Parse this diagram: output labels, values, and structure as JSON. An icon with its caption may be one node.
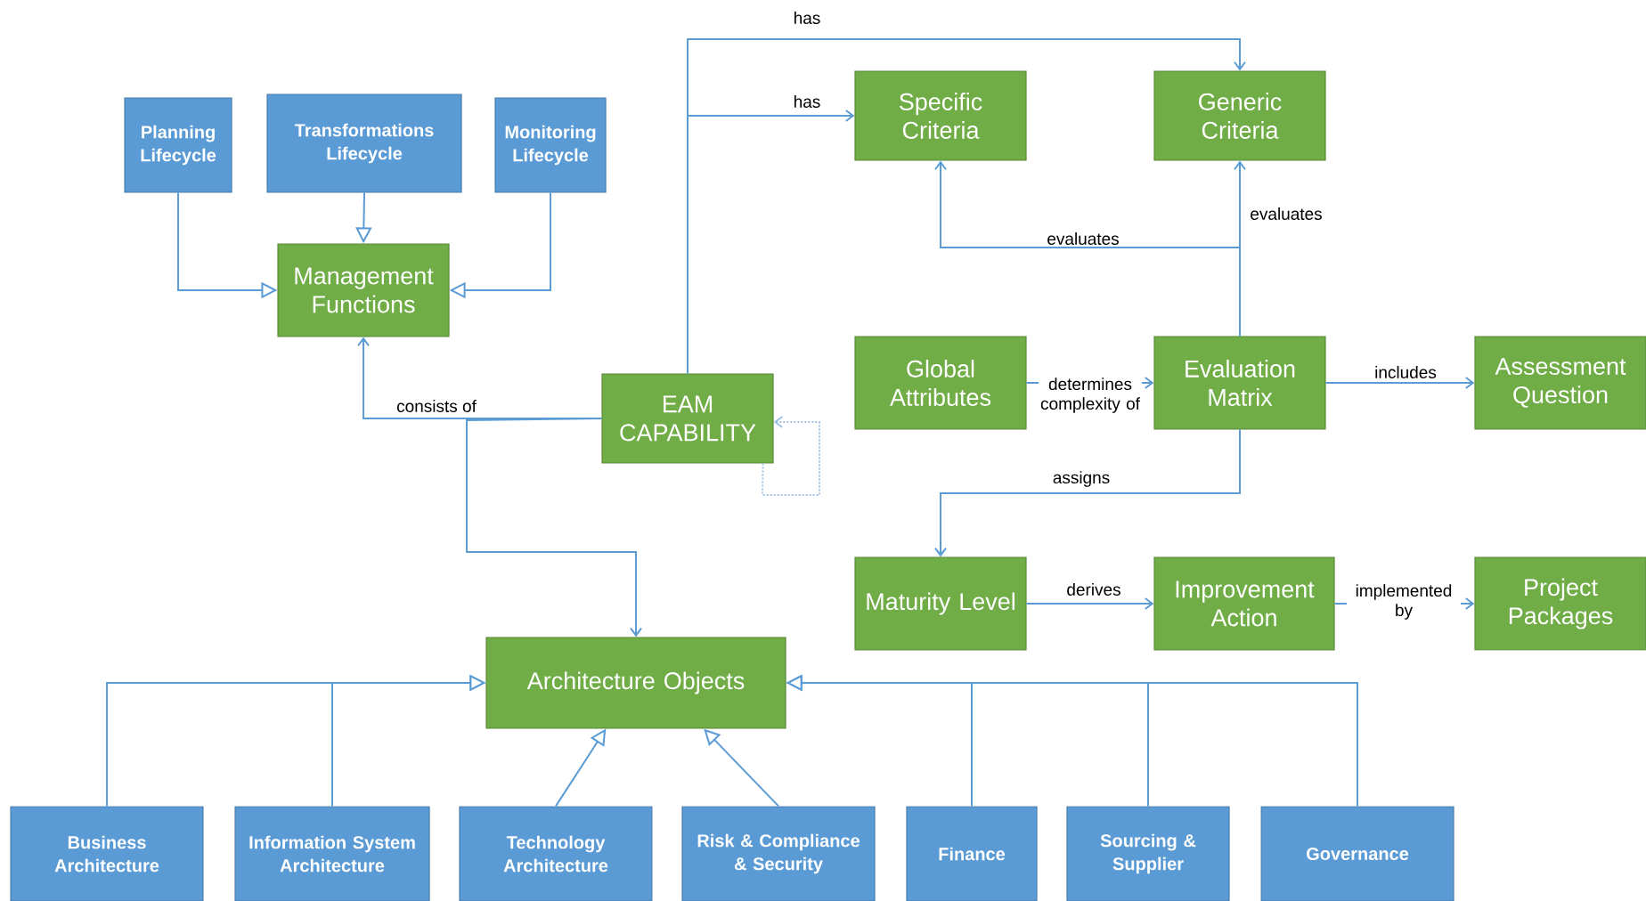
{
  "diagram": {
    "nodes": [
      {
        "text": [
          "Planning Lifecycle"
        ]
      },
      {
        "text": [
          "Transformations Lifecycle"
        ]
      },
      {
        "text": [
          "Monitoring Lifecycle"
        ]
      },
      {
        "text": [
          "Management Functions"
        ]
      },
      {
        "text": [
          "Specific Criteria"
        ]
      },
      {
        "text": [
          "Generic Criteria"
        ]
      },
      {
        "text": [
          "EAM CAPABILITY"
        ]
      },
      {
        "text": [
          "Global Attributes"
        ]
      },
      {
        "text": [
          "Evaluation Matrix"
        ]
      },
      {
        "text": [
          "Assessment Question"
        ]
      },
      {
        "text": [
          "Maturity Level"
        ]
      },
      {
        "text": [
          "Improvement Action"
        ]
      },
      {
        "text": [
          "Project Packages"
        ]
      },
      {
        "text": [
          "Architecture Objects"
        ]
      },
      {
        "text": [
          "Business Architecture"
        ]
      },
      {
        "text": [
          "Information System Architecture"
        ]
      },
      {
        "text": [
          "Technology Architecture"
        ]
      },
      {
        "text": [
          "Risk & Compliance & Security"
        ]
      },
      {
        "text": [
          "Finance"
        ]
      },
      {
        "text": [
          "Sourcing & Supplier"
        ]
      },
      {
        "text": [
          "Governance"
        ]
      }
    ],
    "edges": [
      {
        "from": 0,
        "to": 3,
        "arrow": "to"
      },
      {
        "from": 1,
        "to": 3,
        "arrow": "to"
      },
      {
        "from": 2,
        "to": 3,
        "arrow": "to"
      },
      {
        "from": 6,
        "to": 3,
        "arrow": "to",
        "label": "consists of"
      },
      {
        "from": 6,
        "to": 13,
        "arrow": "to"
      },
      {
        "from": 6,
        "to": 4,
        "arrow": "to",
        "label": "has"
      },
      {
        "from": 6,
        "to": 5,
        "arrow": "to",
        "label": "has"
      },
      {
        "from": 8,
        "to": 4,
        "arrow": "to",
        "label": "evaluates"
      },
      {
        "from": 8,
        "to": 5,
        "arrow": "to",
        "label": "evaluates"
      },
      {
        "from": 7,
        "to": 8,
        "arrow": "to",
        "label": "determines complexity of"
      },
      {
        "from": 8,
        "to": 9,
        "arrow": "to",
        "label": "includes"
      },
      {
        "from": 8,
        "to": 10,
        "arrow": "to",
        "label": "assigns"
      },
      {
        "from": 10,
        "to": 11,
        "arrow": "to",
        "label": "derives"
      },
      {
        "from": 11,
        "to": 12,
        "arrow": "to",
        "label": "implemented by"
      },
      {
        "from": 14,
        "to": 13,
        "arrow": "to"
      },
      {
        "from": 15,
        "to": 13,
        "arrow": "to"
      },
      {
        "from": 16,
        "to": 13,
        "arrow": "to"
      },
      {
        "from": 17,
        "to": 13,
        "arrow": "to"
      },
      {
        "from": 18,
        "to": 13,
        "arrow": "to"
      },
      {
        "from": 19,
        "to": 13,
        "arrow": "to"
      },
      {
        "from": 20,
        "to": 13,
        "arrow": "to"
      },
      {
        "from": 6,
        "to": 6,
        "arrow": "to",
        "style": "dashed",
        "color": "#9dc3e6"
      }
    ]
  }
}
